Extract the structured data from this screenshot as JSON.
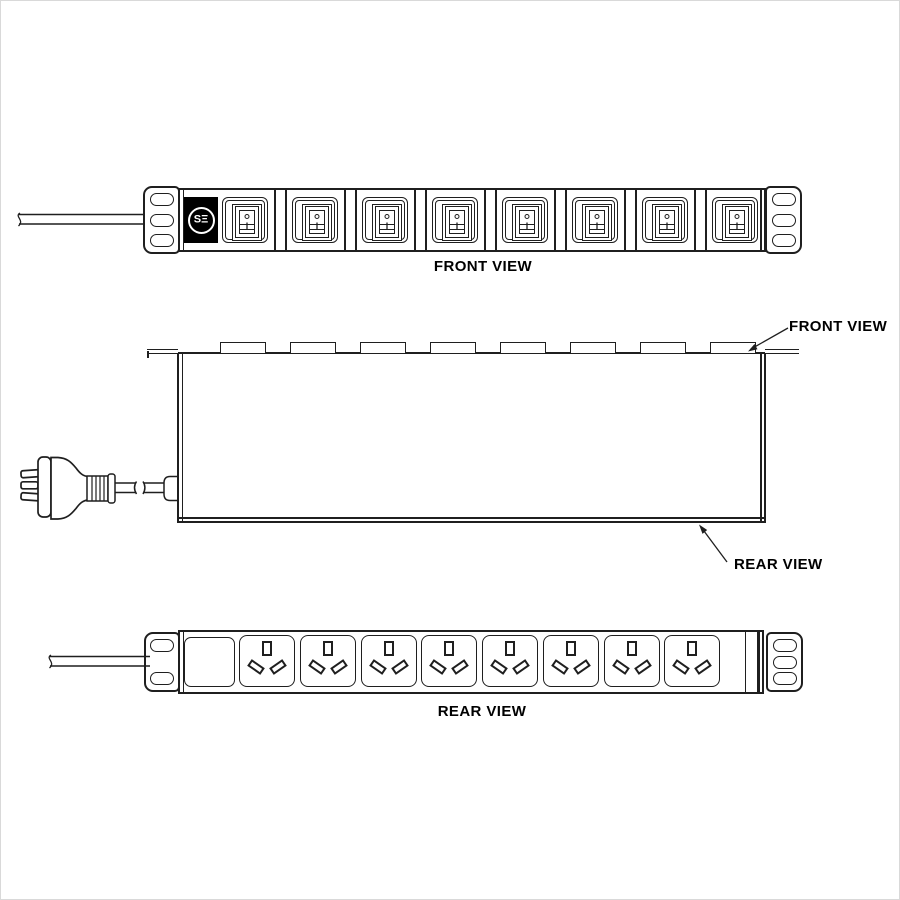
{
  "labels": {
    "front_view_top": "FRONT VIEW",
    "side_front_callout": "FRONT VIEW",
    "side_rear_callout": "REAR VIEW",
    "rear_view_bottom": "REAR VIEW"
  },
  "logo": {
    "text": "SΞ"
  },
  "front_view": {
    "switch_count": 8,
    "switch_on_marking": "I",
    "left_ear_hole_count": 3,
    "right_ear_hole_count": 3
  },
  "side_view": {
    "bump_count": 8
  },
  "rear_view": {
    "outlet_count": 8,
    "left_ear_hole_count": 2,
    "right_ear_hole_count": 3
  },
  "colors": {
    "line": "#1f1f1f",
    "background": "#ffffff",
    "logo_background": "#000000"
  }
}
